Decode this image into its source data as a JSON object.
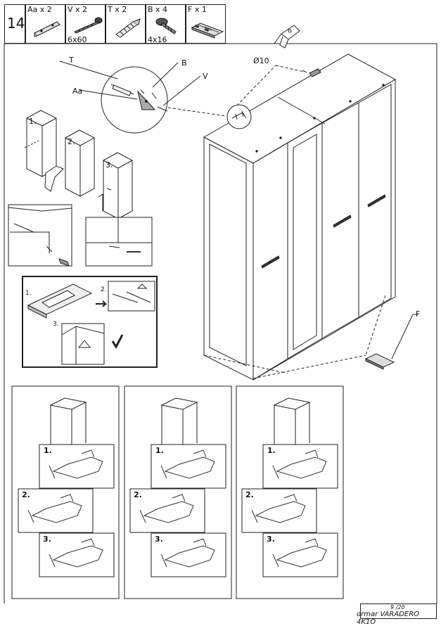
{
  "step": "14",
  "parts": [
    {
      "label": "Aa x 2",
      "size": ""
    },
    {
      "label": "V x 2",
      "size": "6x60"
    },
    {
      "label": "T x 2",
      "size": ""
    },
    {
      "label": "B x 4",
      "size": "4x16"
    },
    {
      "label": "F x 1",
      "size": ""
    }
  ],
  "callouts": {
    "T": "T",
    "B": "B",
    "V": "V",
    "Aa": "Aa",
    "F": "F",
    "drill": "Ø10"
  },
  "substeps": {
    "s1": "1.",
    "s2": "2.",
    "s3": "3."
  },
  "kit_steps": {
    "s1": "1.",
    "s2": "2.",
    "s3": "3."
  },
  "hinge_steps": {
    "s1": "1.",
    "s2": "2.",
    "s3": "3."
  },
  "footer": {
    "page": "9 /20",
    "product": "ormar VARADERO 4K1O"
  }
}
